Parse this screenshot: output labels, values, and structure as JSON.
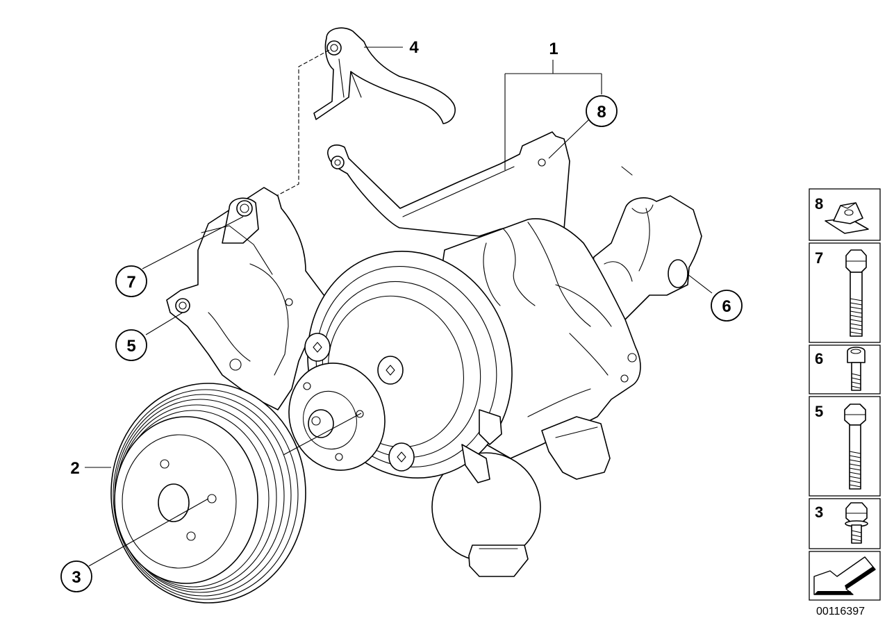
{
  "callouts": {
    "c1": "1",
    "c2": "2",
    "c3": "3",
    "c4": "4",
    "c5": "5",
    "c6": "6",
    "c7": "7",
    "c8": "8"
  },
  "legend": {
    "items": [
      "8",
      "7",
      "6",
      "5",
      "3"
    ]
  },
  "document_id": "00116397"
}
